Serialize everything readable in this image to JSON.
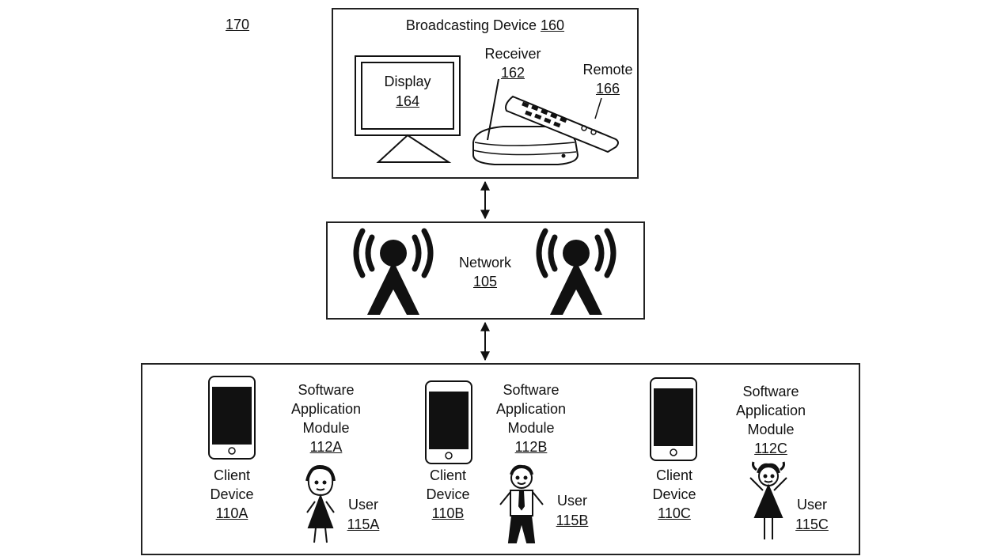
{
  "figure_ref": "170",
  "broadcasting_device": {
    "label": "Broadcasting Device",
    "ref": "160",
    "display": {
      "label": "Display",
      "ref": "164"
    },
    "receiver": {
      "label": "Receiver",
      "ref": "162"
    },
    "remote": {
      "label": "Remote",
      "ref": "166"
    }
  },
  "network": {
    "label": "Network",
    "ref": "105"
  },
  "clients": [
    {
      "device_line1": "Client",
      "device_line2": "Device",
      "device_ref": "110A",
      "software_line1": "Software",
      "software_line2": "Application",
      "software_line3": "Module",
      "software_ref": "112A",
      "user_label": "User",
      "user_ref": "115A"
    },
    {
      "device_line1": "Client",
      "device_line2": "Device",
      "device_ref": "110B",
      "software_line1": "Software",
      "software_line2": "Application",
      "software_line3": "Module",
      "software_ref": "112B",
      "user_label": "User",
      "user_ref": "115B"
    },
    {
      "device_line1": "Client",
      "device_line2": "Device",
      "device_ref": "110C",
      "software_line1": "Software",
      "software_line2": "Application",
      "software_line3": "Module",
      "software_ref": "112C",
      "user_label": "User",
      "user_ref": "115C"
    }
  ]
}
